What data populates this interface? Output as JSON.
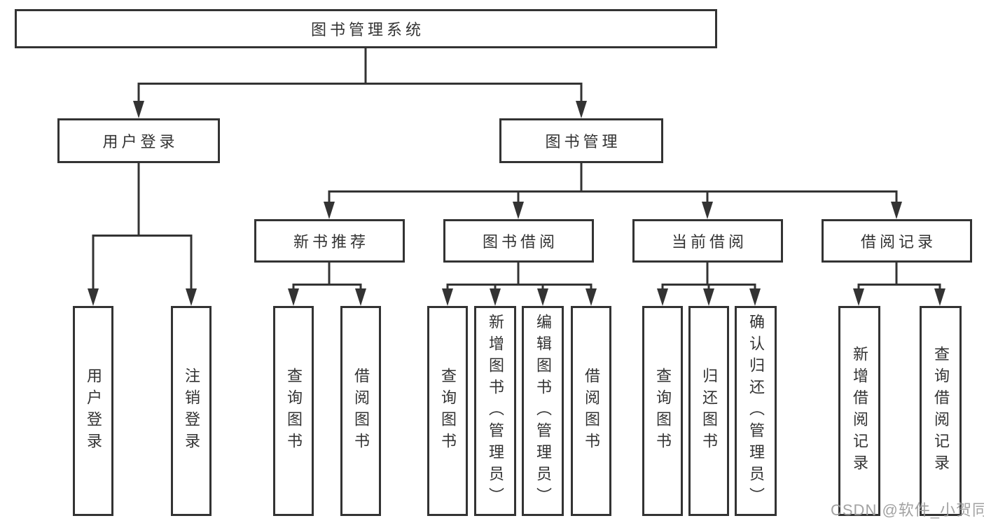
{
  "tree": {
    "label": "图书管理系统",
    "children": [
      {
        "label": "用户登录",
        "children": [
          {
            "label": "用户登录"
          },
          {
            "label": "注销登录"
          }
        ]
      },
      {
        "label": "图书管理",
        "children": [
          {
            "label": "新书推荐",
            "children": [
              {
                "label": "查询图书"
              },
              {
                "label": "借阅图书"
              }
            ]
          },
          {
            "label": "图书借阅",
            "children": [
              {
                "label": "查询图书"
              },
              {
                "label": "新增图书（管理员）"
              },
              {
                "label": "编辑图书（管理员）"
              },
              {
                "label": "借阅图书"
              }
            ]
          },
          {
            "label": "当前借阅",
            "children": [
              {
                "label": "查询图书"
              },
              {
                "label": "归还图书"
              },
              {
                "label": "确认归还（管理员）"
              }
            ]
          },
          {
            "label": "借阅记录",
            "children": [
              {
                "label": "新增借阅记录"
              },
              {
                "label": "查询借阅记录"
              }
            ]
          }
        ]
      }
    ]
  },
  "watermark": "CSDN @软件_小贺同学",
  "colors": {
    "line": "#333333",
    "box_border": "#333333",
    "text": "#333333",
    "background": "#ffffff",
    "watermark": "#9b9b9b"
  }
}
